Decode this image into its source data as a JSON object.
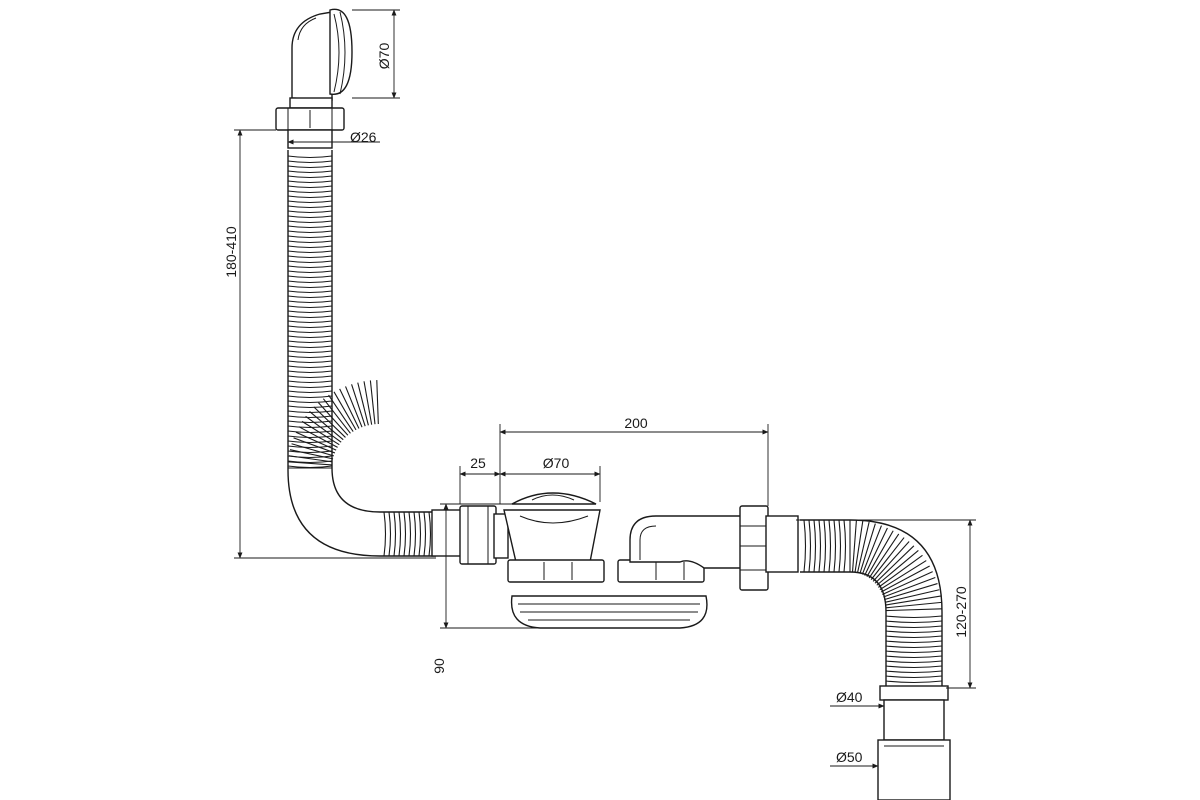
{
  "dimensions": {
    "overflow_head_diameter": "Ø70",
    "overflow_hose_diameter": "Ø26",
    "overflow_hose_length": "180-410",
    "drain_offset": "25",
    "drain_diameter": "Ø70",
    "drain_to_outlet_distance": "200",
    "drain_height": "90",
    "outlet_hose_length": "120-270",
    "outlet_diameter_small": "Ø40",
    "outlet_diameter_large": "Ø50"
  },
  "colors": {
    "line": "#1a1a1a",
    "background": "#ffffff"
  }
}
